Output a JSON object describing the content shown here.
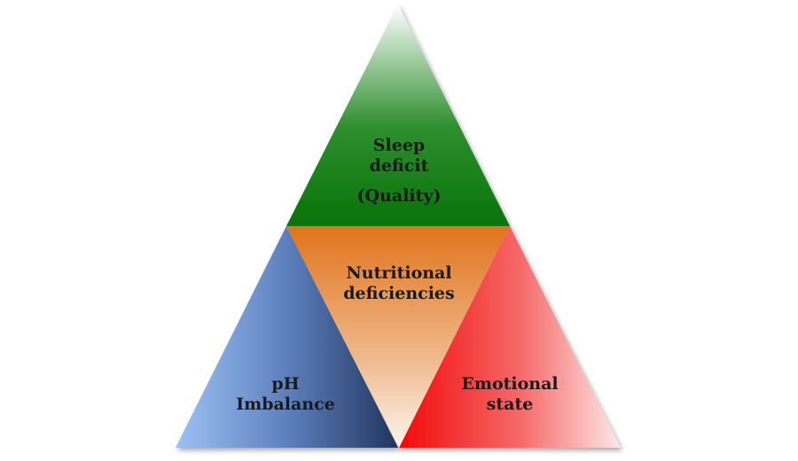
{
  "diagram": {
    "top": {
      "line1": "Sleep",
      "line2": "deficit",
      "line3": "(Quality)",
      "color": "#0b7a0b"
    },
    "middle": {
      "line1": "Nutritional",
      "line2": "deficiencies",
      "color": "#e27a2a"
    },
    "left": {
      "line1": "pH",
      "line2": "Imbalance",
      "color": "#4f6ea8"
    },
    "right": {
      "line1": "Emotional",
      "line2": "state",
      "color": "#f21a1a"
    }
  }
}
